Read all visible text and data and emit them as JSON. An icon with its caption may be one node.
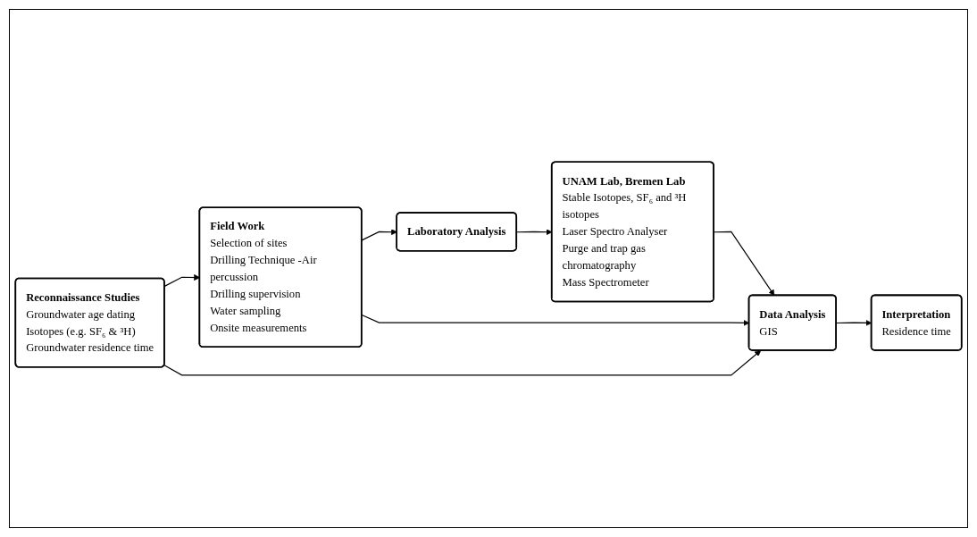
{
  "diagram": {
    "nodes": [
      {
        "text": [
          "Reconnaissance Studies",
          "Groundwater age dating",
          "Isotopes (e.g. SF₆ & ³H)",
          "Groundwater residence time"
        ]
      },
      {
        "text": [
          "Field Work",
          "Selection of sites",
          "Drilling Technique -Air percussion",
          "Drilling supervision",
          "Water sampling",
          "Onsite measurements"
        ]
      },
      {
        "text": [
          "Laboratory Analysis"
        ]
      },
      {
        "text": [
          "UNAM Lab, Bremen Lab",
          "Stable Isotopes, SF₆ and ³H isotopes",
          "Laser Spectro Analyser",
          "Purge and trap gas chromatography",
          "Mass Spectrometer"
        ]
      },
      {
        "text": [
          "Interpretation",
          "Residence time"
        ]
      },
      {
        "text": [
          "Data Analysis",
          "GIS"
        ]
      }
    ],
    "edges": [
      {
        "from": 0,
        "to": 1,
        "arrow": "to"
      },
      {
        "from": 1,
        "to": 2,
        "arrow": "to"
      },
      {
        "from": 2,
        "to": 3,
        "arrow": "to"
      },
      {
        "from": 3,
        "to": 5,
        "arrow": "to"
      },
      {
        "from": 5,
        "to": 4,
        "arrow": "to"
      },
      {
        "from": 0,
        "to": 5,
        "arrow": "to"
      },
      {
        "from": 1,
        "to": 5,
        "arrow": "to"
      }
    ]
  }
}
